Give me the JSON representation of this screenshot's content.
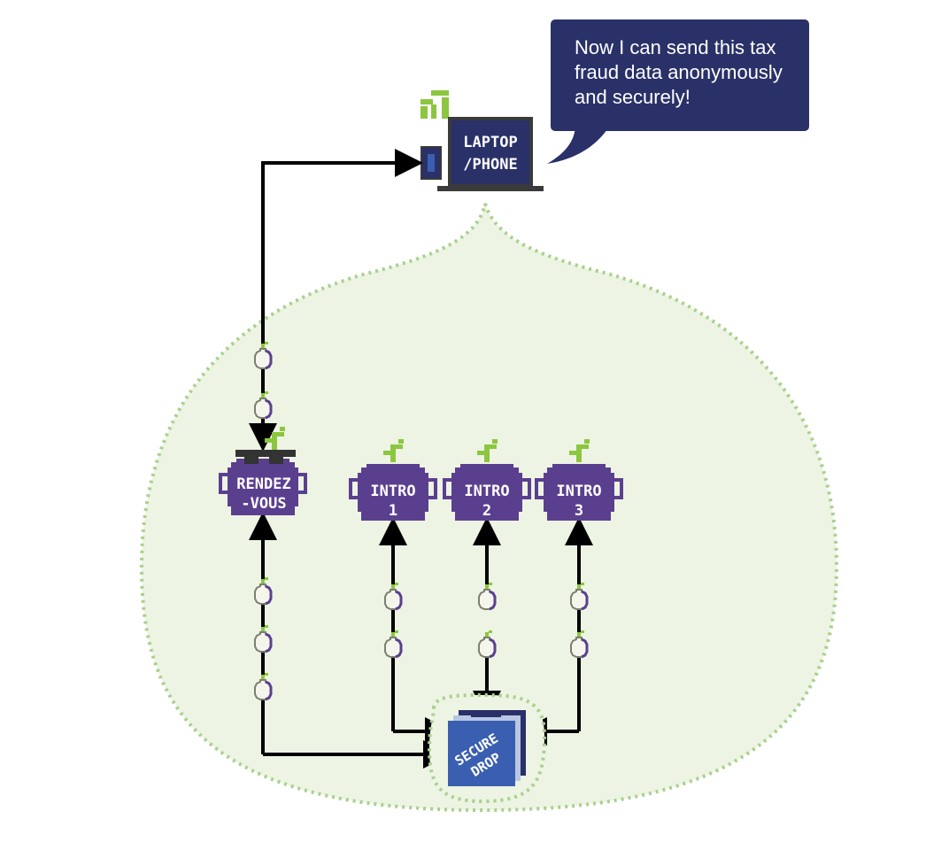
{
  "speech_bubble": {
    "text": "Now I can send this tax fraud data anonymously and securely!"
  },
  "nodes": {
    "laptop": {
      "line1": "LAPTOP",
      "line2": "/PHONE"
    },
    "rendezvous": {
      "line1": "RENDEZ",
      "line2": "-VOUS"
    },
    "intro1": {
      "line1": "INTRO",
      "line2": "1"
    },
    "intro2": {
      "line1": "INTRO",
      "line2": "2"
    },
    "intro3": {
      "line1": "INTRO",
      "line2": "3"
    },
    "securedrop": {
      "line1": "SECURE",
      "line2": "DROP"
    }
  },
  "colors": {
    "navy": "#2a3168",
    "purple": "#5b3f8f",
    "sprout": "#8cc63f",
    "tor_field": "#edf4e3",
    "tor_outline": "#a9d18e",
    "secure_blue": "#3a5fb0",
    "arrow": "#000000"
  }
}
